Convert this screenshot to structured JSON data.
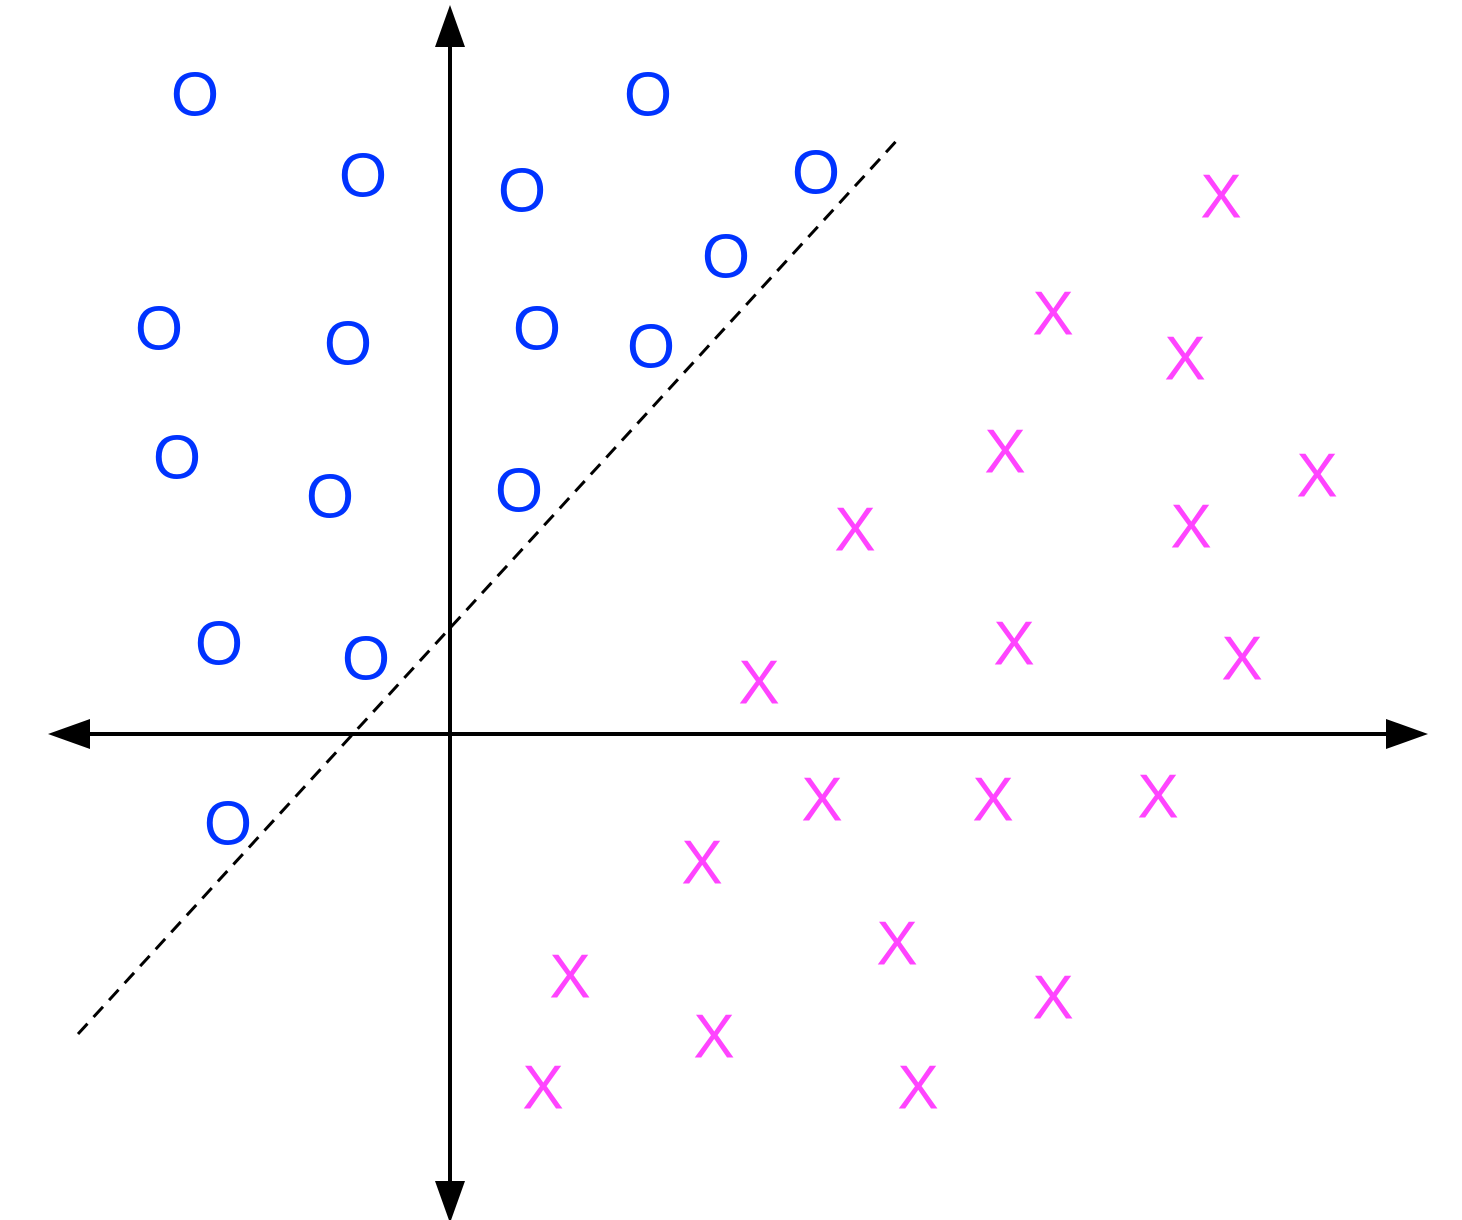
{
  "chart_data": {
    "type": "scatter",
    "title": "",
    "xlabel": "",
    "ylabel": "",
    "xlim": [
      -13.4,
      32.6
    ],
    "ylim": [
      -16.3,
      24.3
    ],
    "grid": false,
    "legend": "none",
    "series": [
      {
        "marker": "O",
        "color": "#0033ff",
        "points": [
          [
            -8.5,
            21.3
          ],
          [
            6.6,
            21.3
          ],
          [
            -2.9,
            18.6
          ],
          [
            2.4,
            18.1
          ],
          [
            12.2,
            18.7
          ],
          [
            9.2,
            15.9
          ],
          [
            -9.7,
            13.5
          ],
          [
            -3.4,
            13.0
          ],
          [
            2.9,
            13.5
          ],
          [
            6.7,
            12.9
          ],
          [
            -9.1,
            9.2
          ],
          [
            -4.0,
            7.9
          ],
          [
            2.3,
            8.1
          ],
          [
            -7.7,
            3.0
          ],
          [
            -2.8,
            2.5
          ],
          [
            -7.4,
            -3.0
          ]
        ]
      },
      {
        "marker": "X",
        "color": "#ff44ff",
        "points": [
          [
            25.7,
            17.9
          ],
          [
            20.1,
            14.0
          ],
          [
            24.5,
            12.5
          ],
          [
            18.5,
            9.4
          ],
          [
            28.9,
            8.6
          ],
          [
            13.5,
            6.8
          ],
          [
            24.7,
            6.9
          ],
          [
            18.8,
            3.0
          ],
          [
            26.4,
            2.5
          ],
          [
            10.3,
            1.7
          ],
          [
            12.4,
            -2.2
          ],
          [
            18.1,
            -2.2
          ],
          [
            23.6,
            -2.1
          ],
          [
            8.4,
            -4.3
          ],
          [
            14.9,
            -7.0
          ],
          [
            4.0,
            -8.1
          ],
          [
            20.1,
            -8.8
          ],
          [
            8.8,
            -10.1
          ],
          [
            3.1,
            -11.8
          ],
          [
            15.6,
            -11.8
          ]
        ]
      }
    ],
    "boundary_line": {
      "style": "dashed",
      "color": "#000000",
      "points": [
        [
          -12.4,
          -10.0
        ],
        [
          15.0,
          19.9
        ]
      ]
    }
  }
}
